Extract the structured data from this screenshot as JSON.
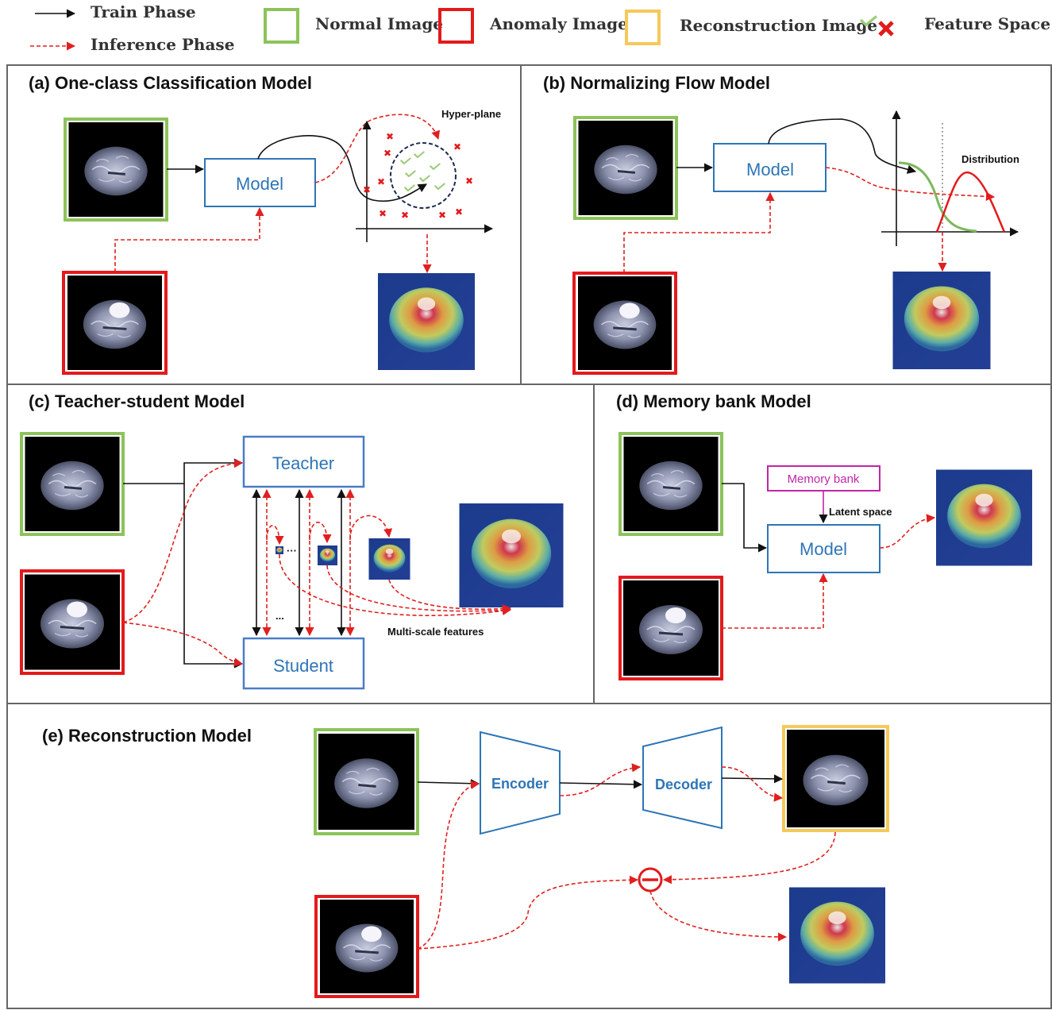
{
  "legend": {
    "train_phase": "Train Phase",
    "inference_phase": "Inference Phase",
    "normal_image": "Normal Image",
    "anomaly_image": "Anomaly Image",
    "reconstruction_image": "Reconstruction Image",
    "feature_space": "Feature Space"
  },
  "colors": {
    "normal_border": "#8dc35a",
    "anomaly_border": "#e31a1c",
    "reconstruction_border": "#f5c95a",
    "model_box": "#2e75b6",
    "memory_bank": "#c026a8",
    "inference_arrow": "#e02020",
    "train_arrow": "#111111"
  },
  "panels": {
    "a": {
      "title": "(a) One-class Classification Model",
      "model": "Model",
      "hyperplane": "Hyper-plane"
    },
    "b": {
      "title": "(b) Normalizing Flow  Model",
      "model": "Model",
      "distribution": "Distribution"
    },
    "c": {
      "title": "(c) Teacher-student Model",
      "teacher": "Teacher",
      "student": "Student",
      "multiscale": "Multi-scale features",
      "dots": "..."
    },
    "d": {
      "title": "(d) Memory bank Model",
      "memory_bank": "Memory bank",
      "latent": "Latent  space",
      "model": "Model"
    },
    "e": {
      "title": "(e) Reconstruction Model",
      "encoder": "Encoder",
      "decoder": "Decoder"
    }
  }
}
